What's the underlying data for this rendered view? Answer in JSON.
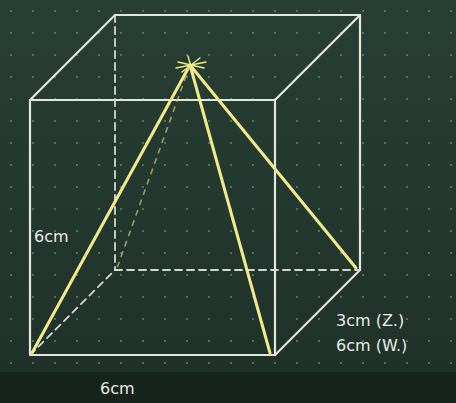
{
  "diagram": {
    "labels": [
      "6cm",
      "3cm (Z.)",
      "6cm (W.)",
      "6cm"
    ]
  }
}
